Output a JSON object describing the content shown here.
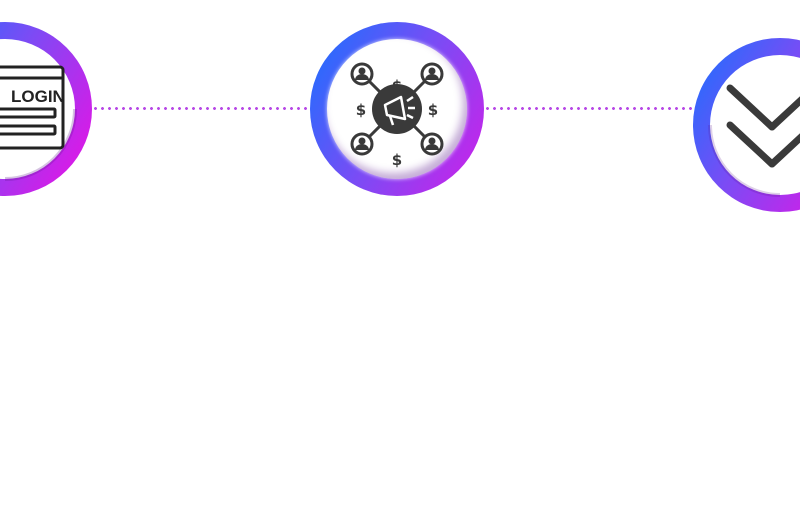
{
  "steps": [
    {
      "name": "login",
      "icon": "login-form-icon",
      "label": "LOGIN"
    },
    {
      "name": "marketing",
      "icon": "megaphone-network-icon"
    },
    {
      "name": "next",
      "icon": "double-chevron-down-icon"
    }
  ],
  "colors": {
    "gradient_start": "#1672ff",
    "gradient_end": "#d21ee8",
    "connector": "#b84ae6",
    "icon": "#3a3a3a"
  }
}
